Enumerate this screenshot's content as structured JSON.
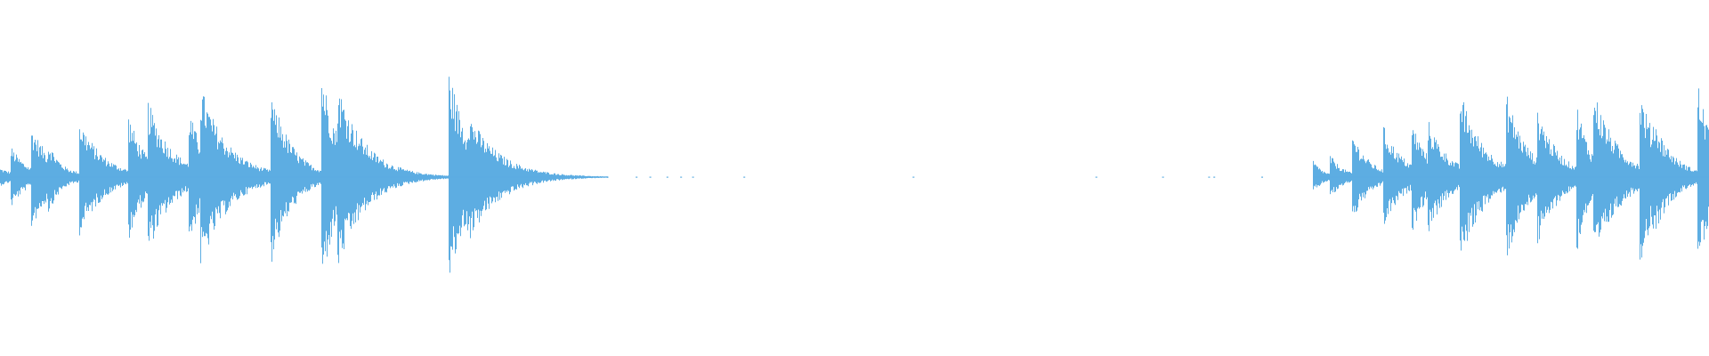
{
  "waveform": {
    "color": "#5dade2",
    "background": "#ffffff",
    "duration_fraction_note_free": true,
    "transients": [
      {
        "t": 0.0,
        "amp": 0.05,
        "decay": 0.012
      },
      {
        "t": 0.006,
        "amp": 0.18,
        "decay": 0.01
      },
      {
        "t": 0.018,
        "amp": 0.3,
        "decay": 0.012
      },
      {
        "t": 0.028,
        "amp": 0.21,
        "decay": 0.008
      },
      {
        "t": 0.046,
        "amp": 0.34,
        "decay": 0.014
      },
      {
        "t": 0.075,
        "amp": 0.36,
        "decay": 0.01
      },
      {
        "t": 0.086,
        "amp": 0.45,
        "decay": 0.014
      },
      {
        "t": 0.11,
        "amp": 0.4,
        "decay": 0.01
      },
      {
        "t": 0.117,
        "amp": 0.53,
        "decay": 0.016
      },
      {
        "t": 0.158,
        "amp": 0.54,
        "decay": 0.008
      },
      {
        "t": 0.162,
        "amp": 0.38,
        "decay": 0.012
      },
      {
        "t": 0.188,
        "amp": 0.63,
        "decay": 0.01
      },
      {
        "t": 0.197,
        "amp": 0.55,
        "decay": 0.016
      },
      {
        "t": 0.262,
        "amp": 0.65,
        "decay": 0.012
      },
      {
        "t": 0.273,
        "amp": 0.39,
        "decay": 0.018
      },
      {
        "t": 0.768,
        "amp": 0.1,
        "decay": 0.006
      },
      {
        "t": 0.778,
        "amp": 0.13,
        "decay": 0.008
      },
      {
        "t": 0.791,
        "amp": 0.26,
        "decay": 0.01
      },
      {
        "t": 0.809,
        "amp": 0.3,
        "decay": 0.012
      },
      {
        "t": 0.826,
        "amp": 0.32,
        "decay": 0.01
      },
      {
        "t": 0.835,
        "amp": 0.34,
        "decay": 0.012
      },
      {
        "t": 0.854,
        "amp": 0.5,
        "decay": 0.014
      },
      {
        "t": 0.881,
        "amp": 0.5,
        "decay": 0.012
      },
      {
        "t": 0.899,
        "amp": 0.42,
        "decay": 0.012
      },
      {
        "t": 0.922,
        "amp": 0.46,
        "decay": 0.008
      },
      {
        "t": 0.932,
        "amp": 0.52,
        "decay": 0.014
      },
      {
        "t": 0.959,
        "amp": 0.51,
        "decay": 0.012
      },
      {
        "t": 0.967,
        "amp": 0.35,
        "decay": 0.012
      },
      {
        "t": 0.993,
        "amp": 0.56,
        "decay": 0.01
      }
    ],
    "ripples": [
      {
        "t_start": 0.2,
        "t_end": 0.24,
        "amp": 0.025
      },
      {
        "t_start": 0.205,
        "t_end": 0.24,
        "amp": 0.02
      },
      {
        "t_start": 0.206,
        "t_end": 0.237,
        "amp": 0.03
      },
      {
        "t_start": 0.275,
        "t_end": 0.32,
        "amp": 0.025
      }
    ],
    "specks": [
      0.333,
      0.355,
      0.372,
      0.38,
      0.39,
      0.398,
      0.405,
      0.435,
      0.534,
      0.641,
      0.68,
      0.707,
      0.71,
      0.738
    ]
  }
}
